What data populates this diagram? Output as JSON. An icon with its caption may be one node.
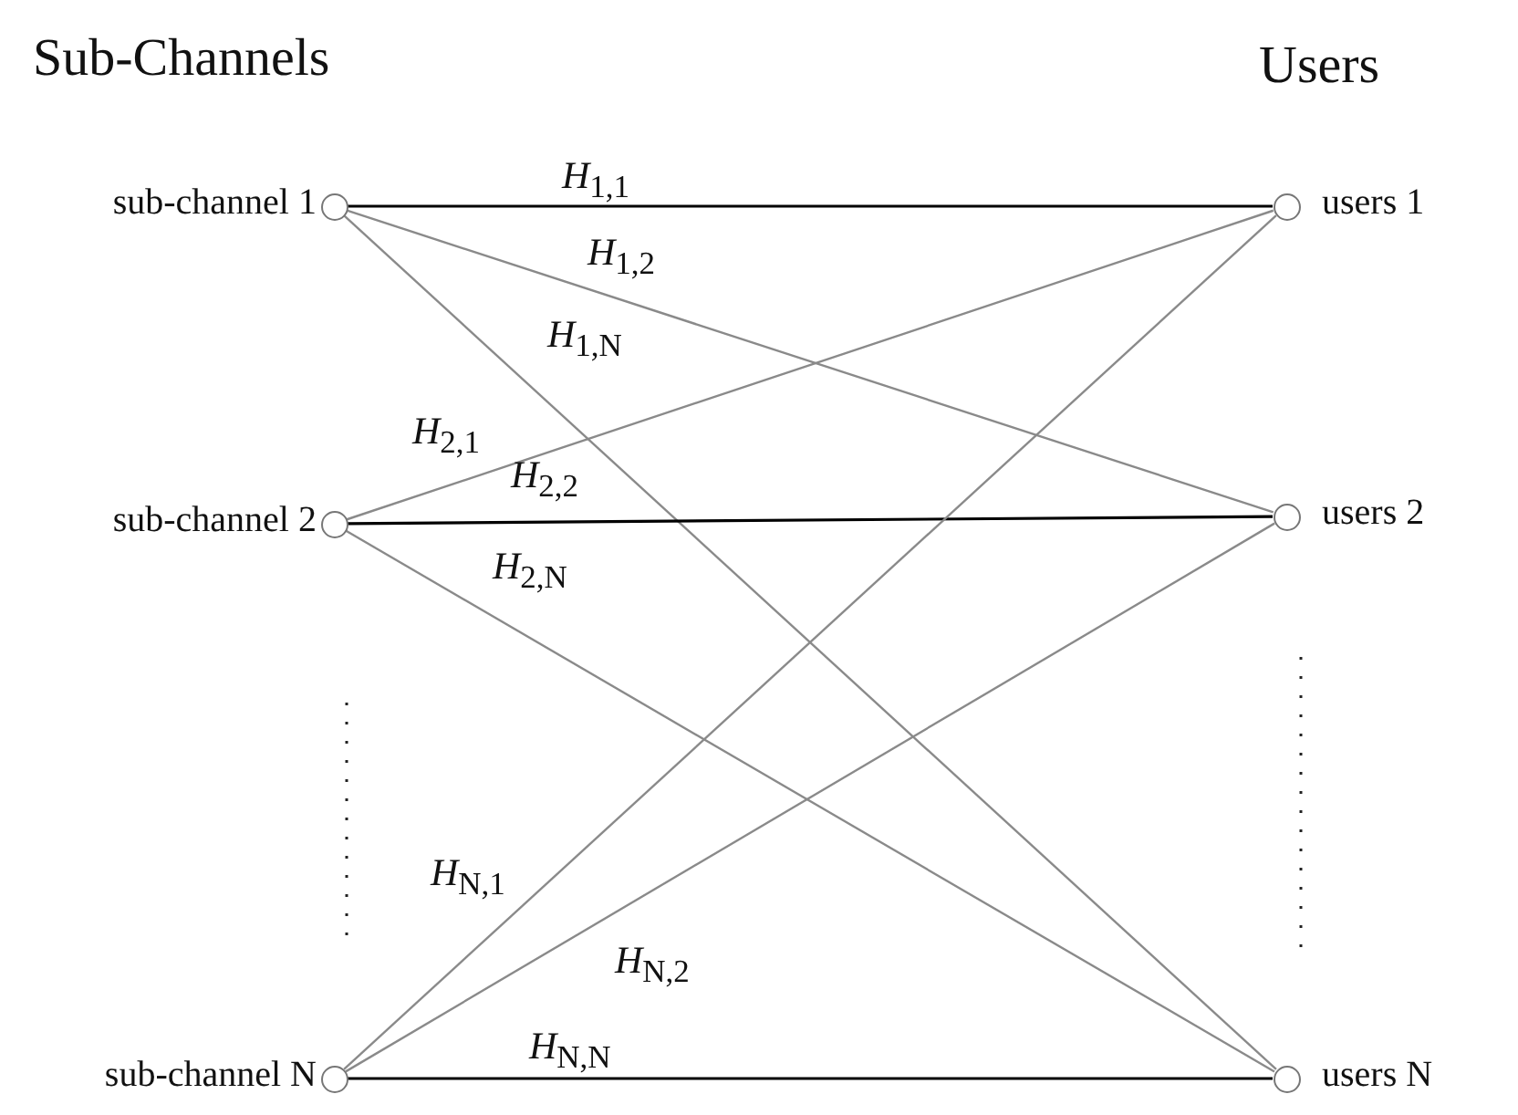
{
  "diagram": {
    "nodes": [
      {
        "text": [],
        "shape": "circle",
        "beside": [
          "sub-channel 1"
        ]
      },
      {
        "text": [],
        "shape": "circle",
        "beside": [
          "sub-channel 2"
        ]
      },
      {
        "text": [],
        "shape": "circle",
        "beside": [
          "sub-channel N"
        ]
      },
      {
        "text": [],
        "shape": "circle",
        "beside": [
          "users 1"
        ]
      },
      {
        "text": [],
        "shape": "circle",
        "beside": [
          "users 2"
        ]
      },
      {
        "text": [],
        "shape": "circle",
        "beside": [
          "users N"
        ]
      }
    ],
    "edges": [
      {
        "from": 0,
        "to": 3,
        "arrow": "none",
        "label": "*H*$_{1,1}$",
        "color": "#000000"
      },
      {
        "from": 0,
        "to": 4,
        "arrow": "none",
        "label": "*H*$_{1,2}$"
      },
      {
        "from": 0,
        "to": 5,
        "arrow": "none",
        "label": "*H*$_{1,N}$"
      },
      {
        "from": 1,
        "to": 3,
        "arrow": "none",
        "label": "*H*$_{2,1}$"
      },
      {
        "from": 1,
        "to": 4,
        "arrow": "none",
        "label": "*H*$_{2,2}$",
        "color": "#000000"
      },
      {
        "from": 1,
        "to": 5,
        "arrow": "none",
        "label": "*H*$_{2,N}$"
      },
      {
        "from": 2,
        "to": 3,
        "arrow": "none",
        "label": "*H*$_{N,1}$"
      },
      {
        "from": 2,
        "to": 4,
        "arrow": "none",
        "label": "*H*$_{N,2}$"
      },
      {
        "from": 2,
        "to": 5,
        "arrow": "none",
        "label": "*H*$_{N,N}$",
        "color": "#000000"
      }
    ],
    "labels": [
      "Sub-Channels",
      "Users"
    ]
  }
}
